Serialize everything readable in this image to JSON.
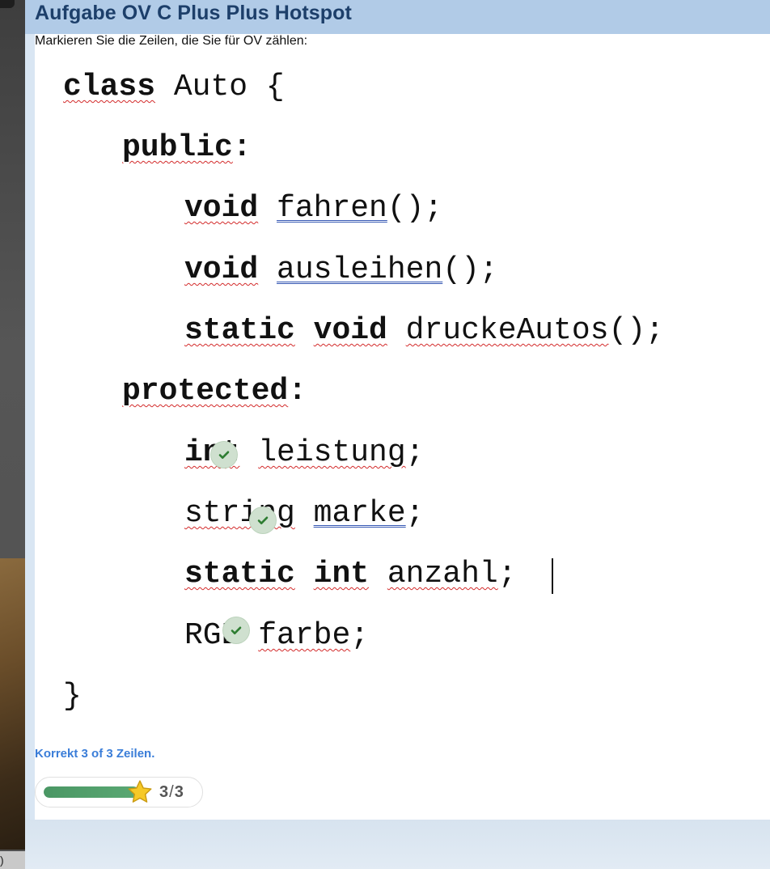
{
  "window": {
    "title": "Aufgabe OV C Plus Plus Hotspot",
    "side_text": ")"
  },
  "task": {
    "instruction": "Markieren Sie die Zeilen, die Sie für OV zählen:"
  },
  "code_lines": [
    {
      "tokens": [
        {
          "t": "class",
          "b": true,
          "u": "sq"
        },
        {
          "t": " Auto {"
        }
      ]
    },
    {
      "tokens": [
        {
          "t": "public",
          "b": true,
          "u": "sq"
        },
        {
          "t": ":",
          "b": true
        }
      ]
    },
    {
      "tokens": [
        {
          "t": "void",
          "b": true,
          "u": "sq"
        },
        {
          "t": " "
        },
        {
          "t": "fahren",
          "u": "dbl"
        },
        {
          "t": "();"
        }
      ]
    },
    {
      "tokens": [
        {
          "t": "void",
          "b": true,
          "u": "sq"
        },
        {
          "t": " "
        },
        {
          "t": "ausleihen",
          "u": "dbl"
        },
        {
          "t": "();"
        }
      ]
    },
    {
      "tokens": [
        {
          "t": "static",
          "b": true,
          "u": "sq"
        },
        {
          "t": " "
        },
        {
          "t": "void",
          "b": true,
          "u": "sq"
        },
        {
          "t": " "
        },
        {
          "t": "druckeAutos",
          "u": "sq"
        },
        {
          "t": "();"
        }
      ]
    },
    {
      "tokens": [
        {
          "t": "protected",
          "b": true,
          "u": "sq"
        },
        {
          "t": ":",
          "b": true
        }
      ]
    },
    {
      "tokens": [
        {
          "t": "int",
          "b": true,
          "u": "sq"
        },
        {
          "t": " "
        },
        {
          "t": "leistung",
          "u": "sq"
        },
        {
          "t": ";"
        }
      ]
    },
    {
      "tokens": [
        {
          "t": "string",
          "u": "sq"
        },
        {
          "t": " "
        },
        {
          "t": "marke",
          "u": "dbl"
        },
        {
          "t": ";"
        }
      ]
    },
    {
      "tokens": [
        {
          "t": "static",
          "b": true,
          "u": "sq"
        },
        {
          "t": " "
        },
        {
          "t": "int",
          "b": true,
          "u": "sq"
        },
        {
          "t": " "
        },
        {
          "t": "anzahl",
          "u": "sq"
        },
        {
          "t": ";"
        }
      ]
    },
    {
      "tokens": [
        {
          "t": "RGB"
        },
        {
          "t": " "
        },
        {
          "t": "farbe",
          "u": "sq"
        },
        {
          "t": ";"
        }
      ]
    },
    {
      "tokens": [
        {
          "t": "}"
        }
      ]
    }
  ],
  "marked_lines": [
    6,
    7,
    9
  ],
  "result": {
    "text": "Korrekt 3 of 3 Zeilen.",
    "score_current": "3",
    "score_sep": "/",
    "score_total": "3",
    "progress": 1.0
  },
  "colors": {
    "accent": "#3a7dd8",
    "title": "#1d3f6a",
    "titlebar": "#b1cbe7",
    "check": "#2e7d32",
    "progress": "#4a9764",
    "star": "#f6c928"
  }
}
